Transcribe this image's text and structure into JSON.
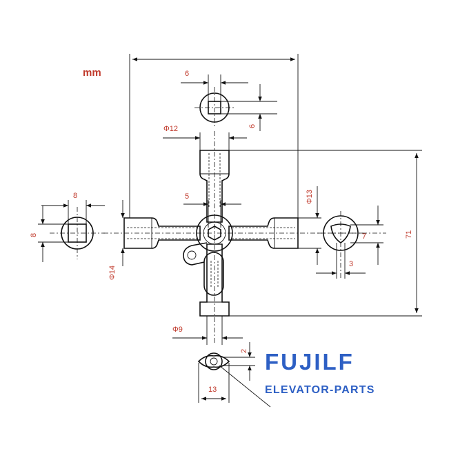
{
  "unit": "mm",
  "dimensions": {
    "tip_top_width": "6",
    "tip_top_height": "6",
    "shaft_top_dia": "Φ12",
    "tip_left_width": "8",
    "tip_left_height": "8",
    "center_hex": "5",
    "shaft_right_dia": "Φ13",
    "triangle_height": "7",
    "triangle_width": "3",
    "overall_height": "71",
    "shaft_left_dia": "Φ14",
    "shaft_bottom_dia": "Φ9",
    "bottom_blade": "2",
    "bottom_width": "13"
  },
  "brand": {
    "name": "FUJILF",
    "tagline": "ELEVATOR-PARTS",
    "color": "#2d5fc4"
  },
  "colors": {
    "dimension": "#c0392b",
    "outline": "#111111"
  }
}
